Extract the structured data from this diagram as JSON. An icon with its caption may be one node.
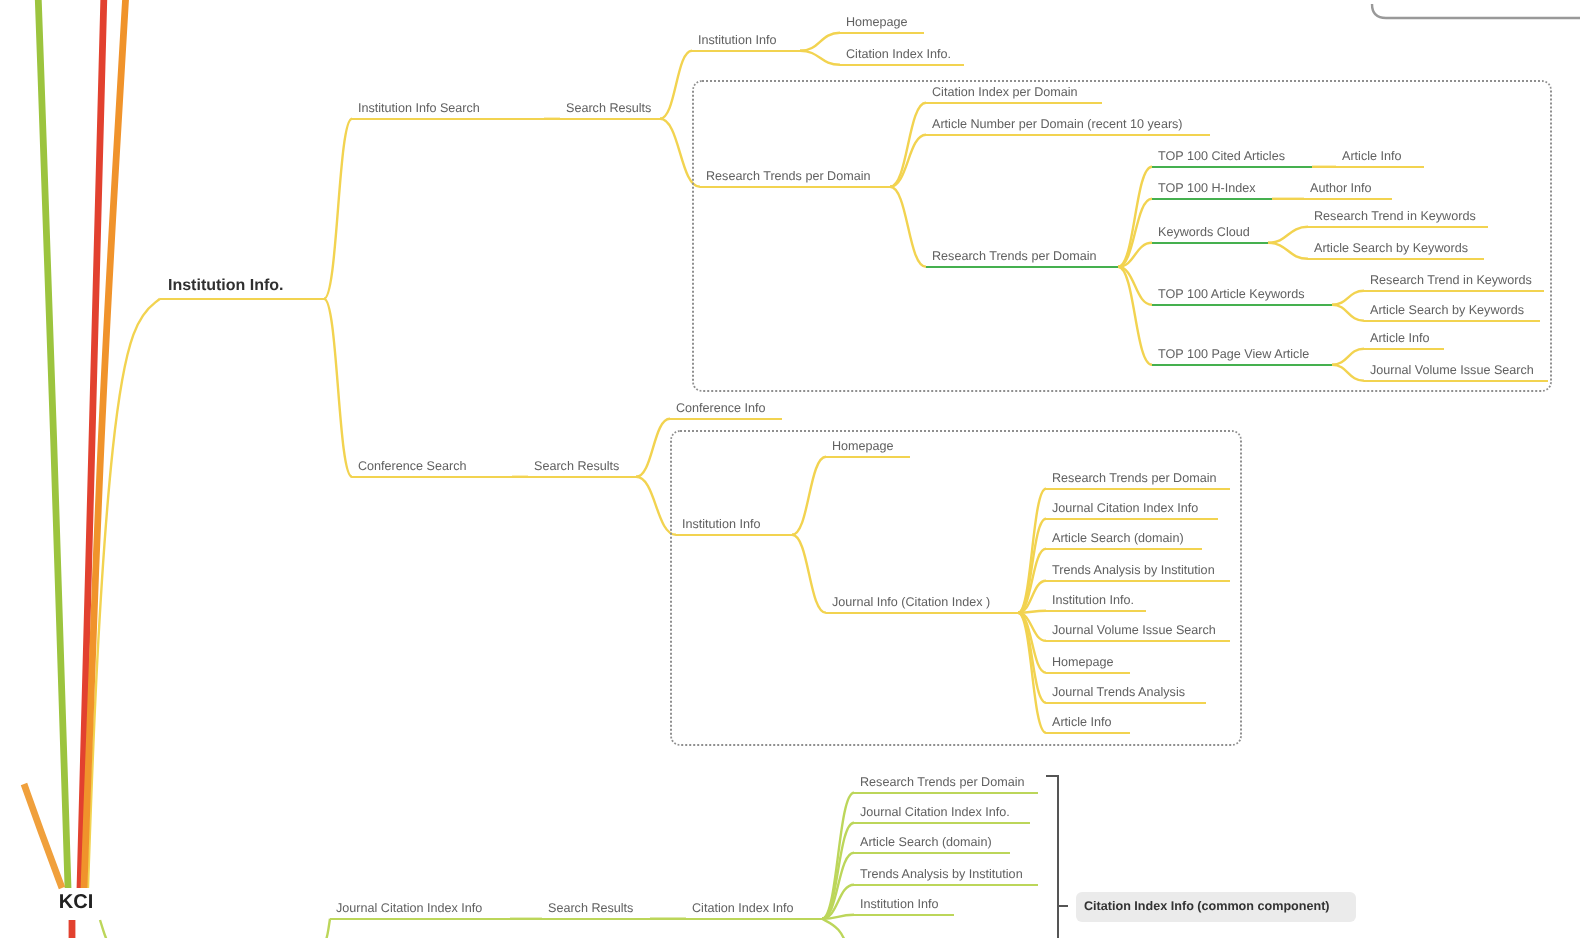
{
  "diagram": {
    "nodes": [
      {
        "text": [
          "KCI"
        ]
      },
      {
        "text": [
          "Institution Info."
        ]
      },
      {
        "text": [
          "Institution Info Search"
        ]
      },
      {
        "text": [
          "Search Results"
        ]
      },
      {
        "text": [
          "Institution Info"
        ]
      },
      {
        "text": [
          "Homepage"
        ]
      },
      {
        "text": [
          "Citation Index Info."
        ]
      },
      {
        "text": [],
        "shape": "box"
      },
      {
        "text": [
          "Research Trends per Domain"
        ],
        "in": 7
      },
      {
        "text": [
          "Citation Index per Domain"
        ],
        "in": 7
      },
      {
        "text": [
          "Article Number per Domain (recent 10 years)"
        ],
        "in": 7
      },
      {
        "text": [
          "Research Trends per Domain"
        ],
        "in": 7
      },
      {
        "text": [
          "TOP 100 Cited Articles"
        ],
        "in": 7
      },
      {
        "text": [
          "Article Info"
        ],
        "in": 7
      },
      {
        "text": [
          "TOP 100 H-Index"
        ],
        "in": 7
      },
      {
        "text": [
          "Author Info"
        ],
        "in": 7
      },
      {
        "text": [
          "Keywords Cloud"
        ],
        "in": 7
      },
      {
        "text": [
          "Research Trend in Keywords"
        ],
        "in": 7
      },
      {
        "text": [
          "Article Search by Keywords"
        ],
        "in": 7
      },
      {
        "text": [
          "TOP 100 Article Keywords"
        ],
        "in": 7
      },
      {
        "text": [
          "Research Trend in Keywords"
        ],
        "in": 7
      },
      {
        "text": [
          "Article Search by Keywords"
        ],
        "in": 7
      },
      {
        "text": [
          "TOP 100 Page View Article"
        ],
        "in": 7
      },
      {
        "text": [
          "Article Info"
        ],
        "in": 7
      },
      {
        "text": [
          "Journal Volume Issue Search"
        ],
        "in": 7
      },
      {
        "text": [
          "Conference Search"
        ]
      },
      {
        "text": [
          "Search Results"
        ]
      },
      {
        "text": [
          "Conference Info"
        ]
      },
      {
        "text": [],
        "shape": "box"
      },
      {
        "text": [
          "Institution Info"
        ],
        "in": 28
      },
      {
        "text": [
          "Homepage"
        ],
        "in": 28
      },
      {
        "text": [
          "Journal Info (Citation Index )"
        ],
        "in": 28
      },
      {
        "text": [
          "Research Trends per Domain"
        ],
        "in": 28
      },
      {
        "text": [
          "Journal Citation Index Info"
        ],
        "in": 28
      },
      {
        "text": [
          "Article Search (domain)"
        ],
        "in": 28
      },
      {
        "text": [
          "Trends Analysis by Institution"
        ],
        "in": 28
      },
      {
        "text": [
          "Institution Info."
        ],
        "in": 28
      },
      {
        "text": [
          "Journal Volume Issue Search"
        ],
        "in": 28
      },
      {
        "text": [
          "Homepage"
        ],
        "in": 28
      },
      {
        "text": [
          "Journal Trends Analysis"
        ],
        "in": 28
      },
      {
        "text": [
          "Article Info"
        ],
        "in": 28
      },
      {
        "text": [
          "Journal Citation Index Info"
        ]
      },
      {
        "text": [
          "Search Results"
        ]
      },
      {
        "text": [
          "Citation Index Info"
        ]
      },
      {
        "text": [
          "Research Trends per Domain"
        ]
      },
      {
        "text": [
          "Journal Citation Index Info."
        ]
      },
      {
        "text": [
          "Article Search (domain)"
        ]
      },
      {
        "text": [
          "Trends Analysis by Institution"
        ]
      },
      {
        "text": [
          "Institution Info"
        ]
      },
      {
        "text": [
          "Citation Index Info (common component)"
        ]
      }
    ],
    "edges": [
      {
        "from": 0,
        "to": 1,
        "arrow": "none"
      },
      {
        "from": 1,
        "to": 2,
        "arrow": "none"
      },
      {
        "from": 2,
        "to": 3,
        "arrow": "none"
      },
      {
        "from": 3,
        "to": 4,
        "arrow": "none"
      },
      {
        "from": 4,
        "to": 5,
        "arrow": "none"
      },
      {
        "from": 4,
        "to": 6,
        "arrow": "none"
      },
      {
        "from": 3,
        "to": 8,
        "arrow": "none"
      },
      {
        "from": 8,
        "to": 9,
        "arrow": "none"
      },
      {
        "from": 8,
        "to": 10,
        "arrow": "none"
      },
      {
        "from": 8,
        "to": 11,
        "arrow": "none"
      },
      {
        "from": 11,
        "to": 12,
        "arrow": "none"
      },
      {
        "from": 12,
        "to": 13,
        "arrow": "none"
      },
      {
        "from": 11,
        "to": 14,
        "arrow": "none"
      },
      {
        "from": 14,
        "to": 15,
        "arrow": "none"
      },
      {
        "from": 11,
        "to": 16,
        "arrow": "none"
      },
      {
        "from": 16,
        "to": 17,
        "arrow": "none"
      },
      {
        "from": 16,
        "to": 18,
        "arrow": "none"
      },
      {
        "from": 11,
        "to": 19,
        "arrow": "none"
      },
      {
        "from": 19,
        "to": 20,
        "arrow": "none"
      },
      {
        "from": 19,
        "to": 21,
        "arrow": "none"
      },
      {
        "from": 11,
        "to": 22,
        "arrow": "none"
      },
      {
        "from": 22,
        "to": 23,
        "arrow": "none"
      },
      {
        "from": 22,
        "to": 24,
        "arrow": "none"
      },
      {
        "from": 1,
        "to": 25,
        "arrow": "none"
      },
      {
        "from": 25,
        "to": 26,
        "arrow": "none"
      },
      {
        "from": 26,
        "to": 27,
        "arrow": "none"
      },
      {
        "from": 26,
        "to": 29,
        "arrow": "none"
      },
      {
        "from": 29,
        "to": 30,
        "arrow": "none"
      },
      {
        "from": 29,
        "to": 31,
        "arrow": "none"
      },
      {
        "from": 31,
        "to": 32,
        "arrow": "none"
      },
      {
        "from": 31,
        "to": 33,
        "arrow": "none"
      },
      {
        "from": 31,
        "to": 34,
        "arrow": "none"
      },
      {
        "from": 31,
        "to": 35,
        "arrow": "none"
      },
      {
        "from": 31,
        "to": 36,
        "arrow": "none"
      },
      {
        "from": 31,
        "to": 37,
        "arrow": "none"
      },
      {
        "from": 31,
        "to": 38,
        "arrow": "none"
      },
      {
        "from": 31,
        "to": 39,
        "arrow": "none"
      },
      {
        "from": 31,
        "to": 40,
        "arrow": "none"
      },
      {
        "from": 0,
        "to": 41,
        "arrow": "none",
        "color": "#bcd65a"
      },
      {
        "from": 41,
        "to": 42,
        "arrow": "none",
        "color": "#bcd65a"
      },
      {
        "from": 42,
        "to": 43,
        "arrow": "none",
        "color": "#bcd65a"
      },
      {
        "from": 43,
        "to": 44,
        "arrow": "none",
        "color": "#bcd65a"
      },
      {
        "from": 43,
        "to": 45,
        "arrow": "none",
        "color": "#bcd65a"
      },
      {
        "from": 43,
        "to": 46,
        "arrow": "none",
        "color": "#bcd65a"
      },
      {
        "from": 43,
        "to": 47,
        "arrow": "none",
        "color": "#bcd65a"
      },
      {
        "from": 43,
        "to": 48,
        "arrow": "none",
        "color": "#bcd65a"
      },
      {
        "from": 0,
        "to": null,
        "arrow": "none",
        "style": "thick",
        "color": "#9cc43e"
      },
      {
        "from": 0,
        "to": null,
        "arrow": "none",
        "style": "thick",
        "color": "#e2412f"
      },
      {
        "from": 0,
        "to": null,
        "arrow": "none",
        "style": "thick",
        "color": "#f0932b"
      },
      {
        "from": 0,
        "to": null,
        "arrow": "none",
        "style": "thick",
        "color": "#f0a03c"
      },
      {
        "from": 43,
        "to": null,
        "arrow": "none",
        "color": "#bcd65a"
      },
      {
        "from": 0,
        "to": null,
        "arrow": "none",
        "style": "thick",
        "color": "#e2412f"
      }
    ]
  }
}
